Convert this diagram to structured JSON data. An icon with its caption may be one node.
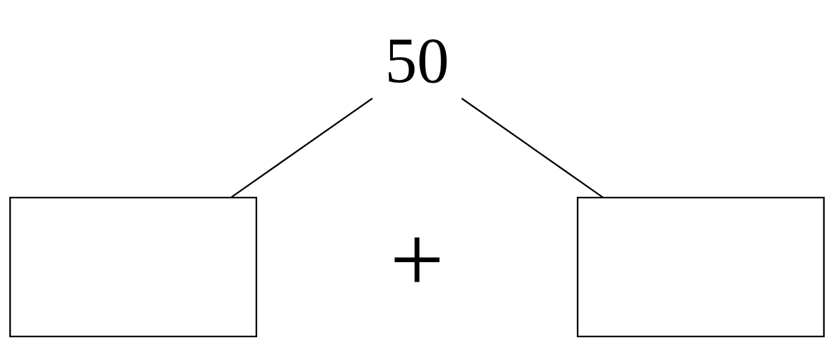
{
  "diagram": {
    "nodes": [
      {
        "text": [
          "50"
        ]
      },
      {
        "text": [],
        "shape": "box"
      },
      {
        "text": [],
        "shape": "box"
      }
    ],
    "edges": [
      {
        "from": 0,
        "to": 1,
        "arrow": "none"
      },
      {
        "from": 0,
        "to": 2,
        "arrow": "none"
      }
    ],
    "labels": [
      "+"
    ]
  }
}
